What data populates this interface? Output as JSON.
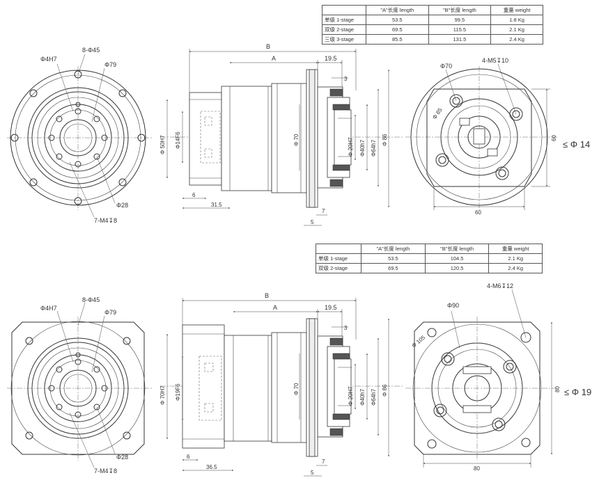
{
  "table1": {
    "header": [
      "",
      "\"A\"长度 length",
      "\"B\"长度 length",
      "重量 weight"
    ],
    "rows": [
      [
        "单级 1-stage",
        "53.5",
        "99.5",
        "1.8 Kg"
      ],
      [
        "双级 2-stage",
        "69.5",
        "115.5",
        "2.1 Kg"
      ],
      [
        "三级 3-stage",
        "85.5",
        "131.5",
        "2.4 Kg"
      ]
    ]
  },
  "table2": {
    "header": [
      "",
      "\"A\"长度 length",
      "\"B\"长度 length",
      "重量 weight"
    ],
    "rows": [
      [
        "单级 1-stage",
        "53.5",
        "104.5",
        "2.1 Kg"
      ],
      [
        "双级 2-stage",
        "69.5",
        "120.5",
        "2.4 Kg"
      ]
    ]
  },
  "top": {
    "front": {
      "phi4h7": "Φ4H7",
      "holes": "8-Φ45",
      "phi79": "Φ79",
      "phi28": "Φ28",
      "tap": "7-M4↧8"
    },
    "side": {
      "B": "B",
      "A": "A",
      "d195": "19.5",
      "d3": "3",
      "phi50h7": "Φ 50H7",
      "phi14f6": "Φ14F6",
      "phi70": "Φ 70",
      "phi20h7": "Φ 20H7",
      "phi40h7": "Φ40h7",
      "phi64h7": "Φ64h7",
      "phi86": "Φ 86",
      "d6": "6",
      "d315": "31.5",
      "d7": "7",
      "d5": "5"
    },
    "rear": {
      "phi70": "Φ70",
      "tap": "4-M5↧10",
      "phi85": "Φ 85",
      "d60v": "60",
      "d60h": "60",
      "shaft": "≤ Φ 14"
    }
  },
  "bottom": {
    "front": {
      "phi4h7": "Φ4H7",
      "holes": "8-Φ45",
      "phi79": "Φ79",
      "phi28": "Φ28",
      "tap": "7-M4↧8"
    },
    "side": {
      "B": "B",
      "A": "A",
      "d195": "19.5",
      "d3": "3",
      "phi70h7": "Φ 70H7",
      "phi19f6": "Φ19F6",
      "phi70": "Φ 70",
      "phi20h7": "Φ 20H7",
      "phi40h7": "Φ40h7",
      "phi64h7": "Φ64h7",
      "phi86": "Φ 86",
      "d6": "6",
      "d365": "36.5",
      "d7": "7",
      "d5": "5"
    },
    "rear": {
      "phi90": "Φ90",
      "tap": "4-M6↧12",
      "phi105": "Φ 105",
      "d80v": "80",
      "d80h": "80",
      "shaft": "≤ Φ 19"
    }
  }
}
